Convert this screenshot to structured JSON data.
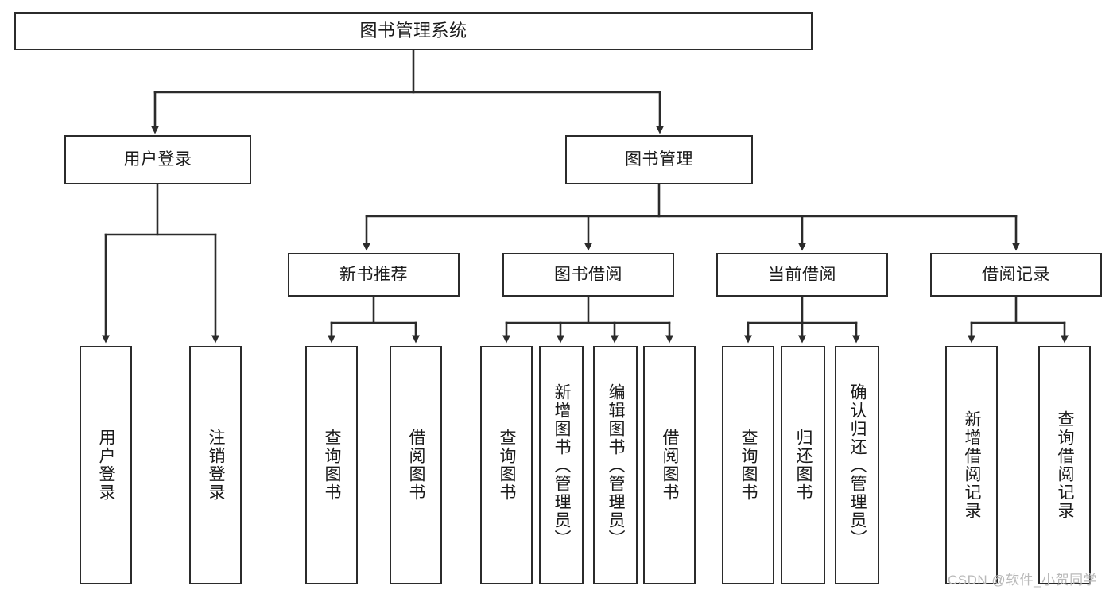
{
  "diagram": {
    "title": "图书管理系统",
    "type": "tree-diagram",
    "orientation": "top-down",
    "colors": {
      "box_border": "#2b2b2b",
      "box_fill": "#ffffff",
      "edge": "#2b2b2b",
      "text": "#1a1a1a",
      "watermark": "#b9b9b9",
      "background": "#ffffff"
    }
  },
  "nodes": {
    "root": {
      "label": "图书管理系统"
    },
    "level2": [
      {
        "id": "user-login",
        "label": "用户登录"
      },
      {
        "id": "book-manage",
        "label": "图书管理"
      }
    ],
    "level3": [
      {
        "id": "new-book-recommend",
        "label": "新书推荐"
      },
      {
        "id": "book-borrow",
        "label": "图书借阅"
      },
      {
        "id": "current-borrow",
        "label": "当前借阅"
      },
      {
        "id": "borrow-record",
        "label": "借阅记录"
      }
    ],
    "leaves": [
      {
        "id": "leaf-user-login",
        "label": "用户登录",
        "parent": "user-login"
      },
      {
        "id": "leaf-logout-login",
        "label": "注销登录",
        "parent": "user-login"
      },
      {
        "id": "leaf-query-book-1",
        "label": "查询图书",
        "parent": "new-book-recommend"
      },
      {
        "id": "leaf-borrow-book-1",
        "label": "借阅图书",
        "parent": "new-book-recommend"
      },
      {
        "id": "leaf-query-book-2",
        "label": "查询图书",
        "parent": "book-borrow"
      },
      {
        "id": "leaf-add-book-admin",
        "label": "新增图书（管理员）",
        "parent": "book-borrow"
      },
      {
        "id": "leaf-edit-book-admin",
        "label": "编辑图书（管理员）",
        "parent": "book-borrow"
      },
      {
        "id": "leaf-borrow-book-2",
        "label": "借阅图书",
        "parent": "book-borrow"
      },
      {
        "id": "leaf-query-book-3",
        "label": "查询图书",
        "parent": "current-borrow"
      },
      {
        "id": "leaf-return-book",
        "label": "归还图书",
        "parent": "current-borrow"
      },
      {
        "id": "leaf-confirm-return-admin",
        "label": "确认归还（管理员）",
        "parent": "current-borrow"
      },
      {
        "id": "leaf-add-borrow-record",
        "label": "新增借阅记录",
        "parent": "borrow-record"
      },
      {
        "id": "leaf-query-borrow-record",
        "label": "查询借阅记录",
        "parent": "borrow-record"
      }
    ]
  },
  "watermark": {
    "text": "CSDN @软件_小贺同学"
  }
}
